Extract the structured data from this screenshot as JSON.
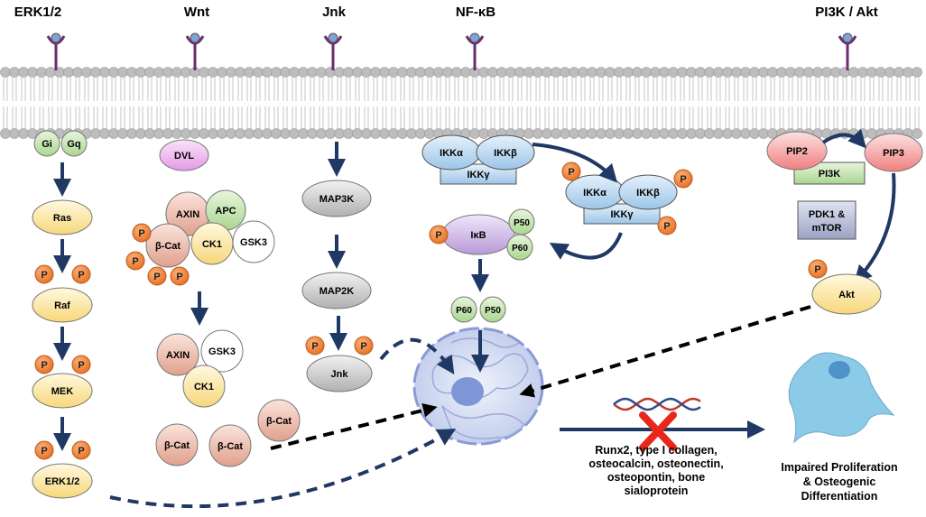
{
  "pathways": {
    "erk": "ERK1/2",
    "wnt": "Wnt",
    "jnk": "Jnk",
    "nfkb": "NF-κB",
    "pi3k": "PI3K / Akt"
  },
  "erk_branch": {
    "gi": "Gi",
    "gq": "Gq",
    "ras": "Ras",
    "raf": "Raf",
    "mek": "MEK",
    "erk": "ERK1/2"
  },
  "wnt_branch": {
    "dvl": "DVL",
    "axin": "AXIN",
    "apc": "APC",
    "bcat": "β-Cat",
    "ck1": "CK1",
    "gsk3": "GSK3"
  },
  "jnk_branch": {
    "map3k": "MAP3K",
    "map2k": "MAP2K",
    "jnk": "Jnk"
  },
  "nfkb_branch": {
    "ikka": "IKKα",
    "ikkb": "IKKβ",
    "ikkg": "IKKγ",
    "ikb": "IκB",
    "p50": "P50",
    "p60": "P60"
  },
  "pi3k_branch": {
    "pip2": "PIP2",
    "pip3": "PIP3",
    "pi3k": "PI3K",
    "pdk1_line1": "PDK1 &",
    "pdk1_line2": "mTOR",
    "akt": "Akt"
  },
  "phospho": "P",
  "genes": {
    "line1": "Runx2, type I collagen,",
    "line2": "osteocalcin, osteonectin,",
    "line3": "osteopontin, bone",
    "line4": "sialoprotein"
  },
  "outcome": {
    "line1": "Impaired Proliferation",
    "line2": "& Osteogenic",
    "line3": "Differentiation"
  },
  "colors": {
    "arrow": "#1f3864",
    "receptor": "#6b2d6b",
    "membrane_head": "#bdbdbd",
    "nucleus": "#c9d3ee",
    "cell": "#8ccbe8",
    "phospho": "#f08030",
    "x_mark": "#e8271a"
  }
}
